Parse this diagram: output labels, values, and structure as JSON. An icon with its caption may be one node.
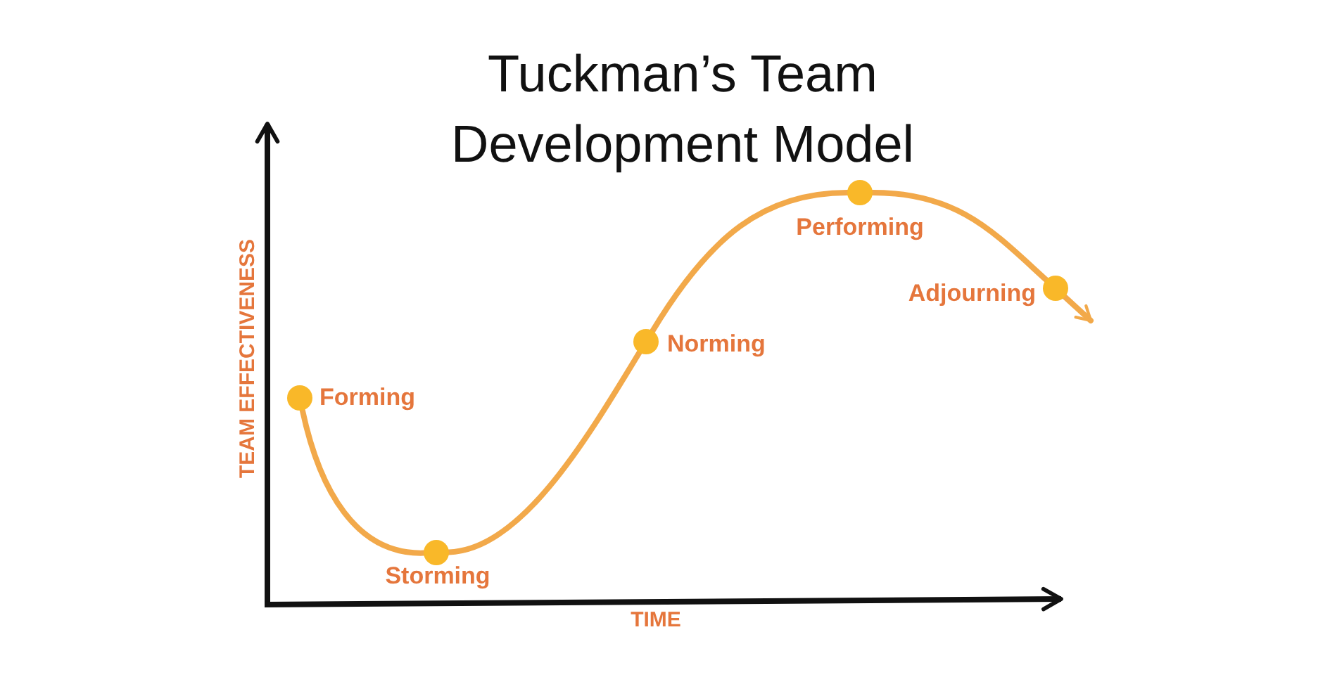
{
  "diagram": {
    "title": "Tuckman’s Team Development Model",
    "nodes": [
      {
        "text": [],
        "shape": "circle",
        "beside": [
          "Forming"
        ]
      },
      {
        "text": [],
        "shape": "circle",
        "beside": [
          "Storming"
        ]
      },
      {
        "text": [],
        "shape": "circle",
        "beside": [
          "Norming"
        ]
      },
      {
        "text": [],
        "shape": "circle",
        "beside": [
          "Performing"
        ]
      },
      {
        "text": [],
        "shape": "circle",
        "beside": [
          "Adjourning"
        ]
      }
    ],
    "edges": [
      {
        "from": 0,
        "to": 1,
        "arrow": "none"
      },
      {
        "from": 1,
        "to": 2,
        "arrow": "none"
      },
      {
        "from": 2,
        "to": 3,
        "arrow": "none"
      },
      {
        "from": 3,
        "to": 4,
        "arrow": "none"
      },
      {
        "from": 4,
        "to": null,
        "arrow": "to"
      }
    ],
    "labels": [
      "TEAM EFFECTIVENESS",
      "TIME"
    ]
  }
}
